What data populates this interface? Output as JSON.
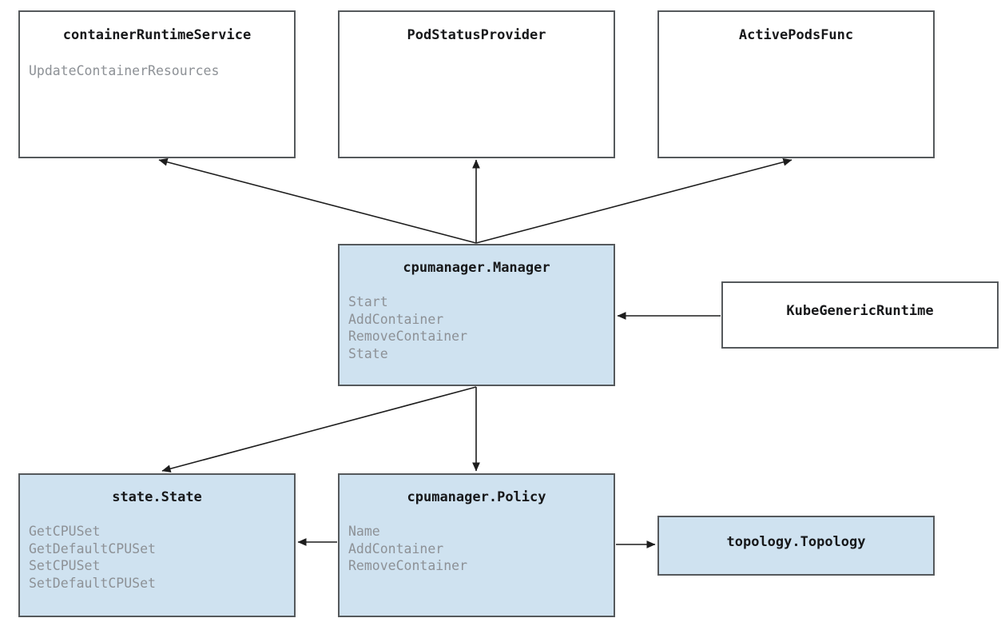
{
  "diagram": {
    "type": "uml-class-diagram",
    "colors": {
      "box_fill_white": "#ffffff",
      "box_fill_blue": "#cfe2f0",
      "box_border": "#55595c",
      "title_text": "#17181a",
      "member_text": "#8d9196",
      "edge_stroke": "#1d1d1d",
      "background": "#ffffff"
    },
    "nodes": [
      {
        "id": "containerRuntimeService",
        "title": "containerRuntimeService",
        "fill": "white",
        "members": [
          "UpdateContainerResources"
        ]
      },
      {
        "id": "podStatusProvider",
        "title": "PodStatusProvider",
        "fill": "white",
        "members": []
      },
      {
        "id": "activePodsFunc",
        "title": "ActivePodsFunc",
        "fill": "white",
        "members": []
      },
      {
        "id": "manager",
        "title": "cpumanager.Manager",
        "fill": "blue",
        "members": [
          "Start",
          "AddContainer",
          "RemoveContainer",
          "State"
        ]
      },
      {
        "id": "kubeGenericRuntime",
        "title": "KubeGenericRuntime",
        "fill": "white",
        "members": []
      },
      {
        "id": "state",
        "title": "state.State",
        "fill": "blue",
        "members": [
          "GetCPUSet",
          "GetDefaultCPUSet",
          "SetCPUSet",
          "SetDefaultCPUSet"
        ]
      },
      {
        "id": "policy",
        "title": "cpumanager.Policy",
        "fill": "blue",
        "members": [
          "Name",
          "AddContainer",
          "RemoveContainer"
        ]
      },
      {
        "id": "topology",
        "title": "topology.Topology",
        "fill": "blue",
        "members": []
      }
    ],
    "edges": [
      {
        "id": "manager-to-containerRuntimeService",
        "from": "manager",
        "to": "containerRuntimeService",
        "arrowhead": "to"
      },
      {
        "id": "manager-to-podStatusProvider",
        "from": "manager",
        "to": "podStatusProvider",
        "arrowhead": "to"
      },
      {
        "id": "manager-to-activePodsFunc",
        "from": "manager",
        "to": "activePodsFunc",
        "arrowhead": "to"
      },
      {
        "id": "manager-to-state",
        "from": "manager",
        "to": "state",
        "arrowhead": "to"
      },
      {
        "id": "manager-to-policy",
        "from": "manager",
        "to": "policy",
        "arrowhead": "to"
      },
      {
        "id": "kubeGenericRuntime-to-manager",
        "from": "kubeGenericRuntime",
        "to": "manager",
        "arrowhead": "to"
      },
      {
        "id": "policy-to-state",
        "from": "policy",
        "to": "state",
        "arrowhead": "to"
      },
      {
        "id": "policy-to-topology",
        "from": "policy",
        "to": "topology",
        "arrowhead": "to"
      }
    ]
  }
}
